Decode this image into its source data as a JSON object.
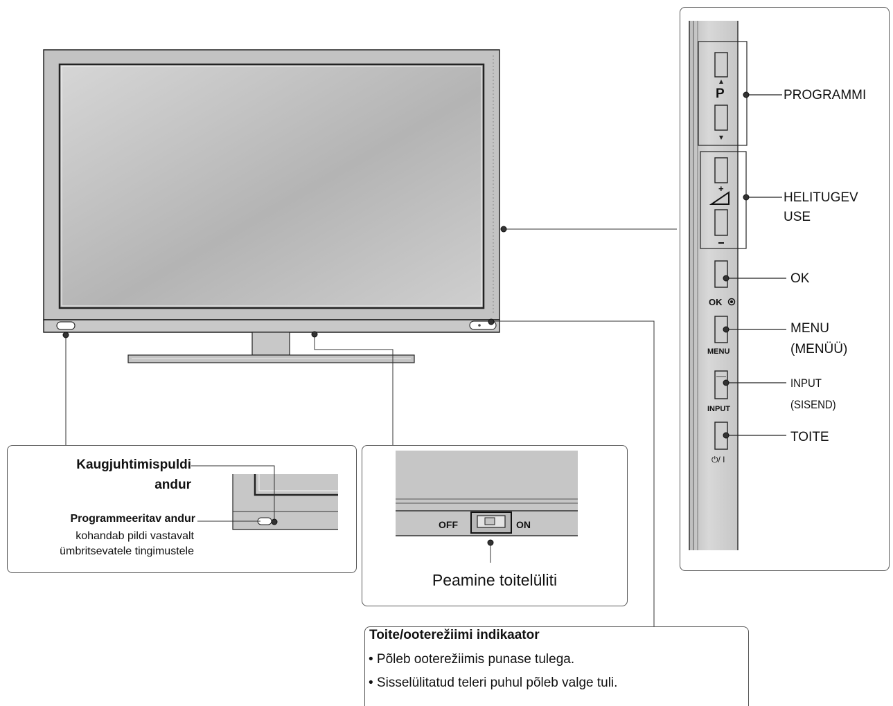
{
  "side_panel": {
    "buttons": {
      "programme_symbol": "P",
      "ok_text": "OK",
      "menu_text": "MENU",
      "input_text": "INPUT",
      "power_symbol": "⏻/ I"
    },
    "labels": {
      "programme": "PROGRAMMI",
      "volume_line1": "HELITUGEV",
      "volume_line2": "USE",
      "ok": "OK",
      "menu_line1": "MENU",
      "menu_line2": "(MENÜÜ)",
      "input_line1": "INPUT",
      "input_line2": "(SISEND)",
      "power": "TOITE"
    }
  },
  "sensor_box": {
    "remote_sensor_line1": "Kaugjuhtimispuldi",
    "remote_sensor_line2": "andur",
    "programmable_sensor_title": "Programmeeritav andur",
    "programmable_sensor_desc_line1": "kohandab pildi vastavalt",
    "programmable_sensor_desc_line2": "ümbritsevatele tingimustele"
  },
  "switch_box": {
    "off_label": "OFF",
    "on_label": "ON",
    "caption": "Peamine toitelüliti"
  },
  "indicator_box": {
    "title": "Toite/ooterežiimi indikaator",
    "bullets": [
      "• Põleb ooterežiimis punase tulega.",
      "• Sisselülitatud teleri puhul põleb valge tuli."
    ]
  }
}
